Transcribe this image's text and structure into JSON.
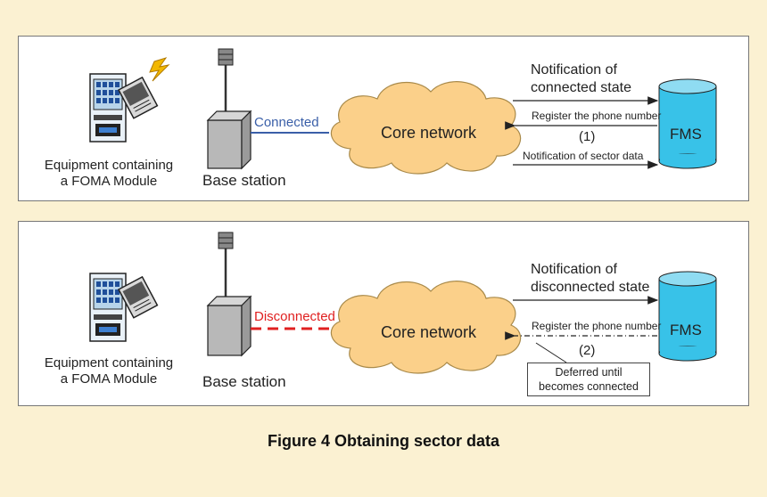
{
  "panels": [
    {
      "equipment_label": [
        "Equipment containing",
        "a FOMA Module"
      ],
      "base_station_label": "Base station",
      "link_status": "Connected",
      "link_color": "#3a5fa8",
      "cloud_label": "Core network",
      "fms_label": "FMS",
      "notification": [
        "Notification of",
        "connected state"
      ],
      "register": "Register the phone number",
      "step": "(1)",
      "sector": "Notification of sector data"
    },
    {
      "equipment_label": [
        "Equipment containing",
        "a FOMA Module"
      ],
      "base_station_label": "Base station",
      "link_status": "Disconnected",
      "link_color": "#e02020",
      "cloud_label": "Core network",
      "fms_label": "FMS",
      "notification": [
        "Notification of",
        "disconnected state"
      ],
      "register": "Register the phone number",
      "step": "(2)",
      "deferred": [
        "Deferred until",
        "becomes connected"
      ]
    }
  ],
  "caption": "Figure 4  Obtaining sector data",
  "colors": {
    "background": "#fbf1d2",
    "cloud_fill": "#fbd08a",
    "fms_fill": "#38c2e8",
    "lightning": "#f2b700"
  }
}
